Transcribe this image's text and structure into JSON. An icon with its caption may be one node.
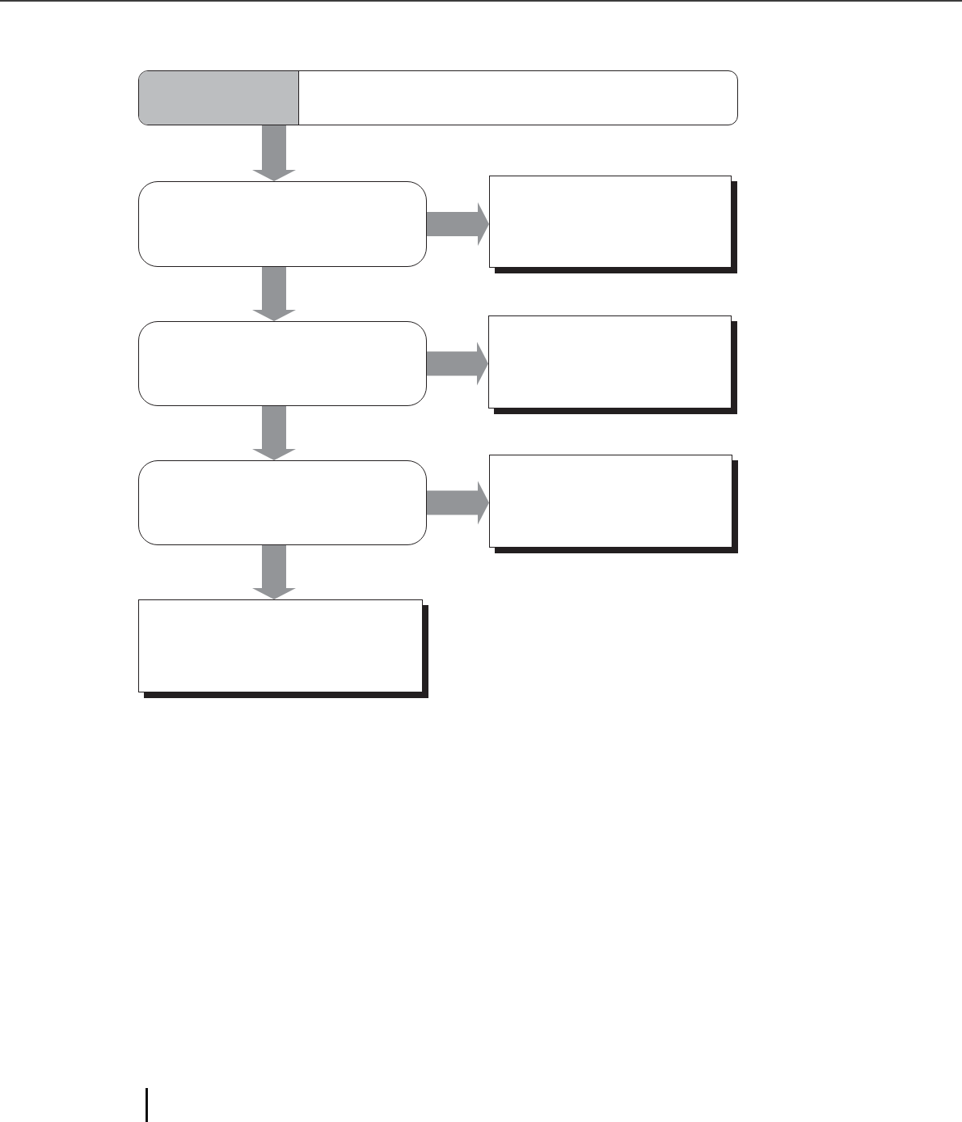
{
  "diagram": {
    "nodes": [
      {
        "text": [],
        "shape": "box"
      },
      {
        "text": [],
        "shape": "box",
        "in": 0
      },
      {
        "text": [],
        "shape": "box"
      },
      {
        "text": [],
        "shape": "box"
      },
      {
        "text": [],
        "shape": "box"
      },
      {
        "text": [],
        "shape": "box"
      },
      {
        "text": [],
        "shape": "box"
      },
      {
        "text": [],
        "shape": "box"
      },
      {
        "text": [],
        "shape": "box"
      }
    ],
    "edges": [
      {
        "from": 1,
        "to": 2,
        "arrow": "to"
      },
      {
        "from": 2,
        "to": 3,
        "arrow": "to"
      },
      {
        "from": 2,
        "to": 4,
        "arrow": "to"
      },
      {
        "from": 4,
        "to": 5,
        "arrow": "to"
      },
      {
        "from": 4,
        "to": 6,
        "arrow": "to"
      },
      {
        "from": 6,
        "to": 7,
        "arrow": "to"
      },
      {
        "from": 6,
        "to": 8,
        "arrow": "to"
      }
    ]
  }
}
